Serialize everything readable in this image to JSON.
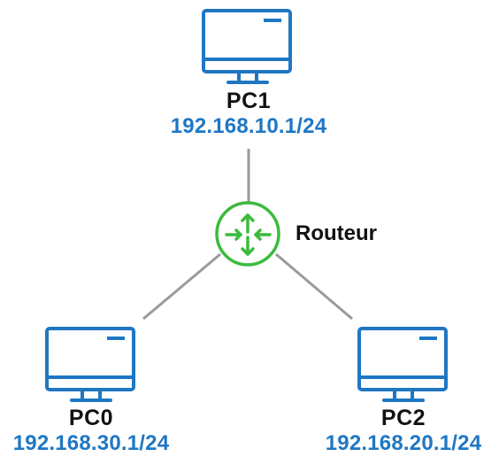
{
  "diagram": {
    "nodes": [
      {
        "id": "pc1",
        "name": "PC1",
        "ip": "192.168.10.1/24",
        "type": "computer"
      },
      {
        "id": "pc0",
        "name": "PC0",
        "ip": "192.168.30.1/24",
        "type": "computer"
      },
      {
        "id": "pc2",
        "name": "PC2",
        "ip": "192.168.20.1/24",
        "type": "computer"
      },
      {
        "id": "router",
        "name": "Routeur",
        "type": "router"
      }
    ],
    "links": [
      {
        "from": "router",
        "to": "pc1"
      },
      {
        "from": "router",
        "to": "pc0"
      },
      {
        "from": "router",
        "to": "pc2"
      }
    ]
  },
  "colors": {
    "computer": "#1f77c4",
    "router": "#3dba3d",
    "link": "#9a9a9a",
    "ip_text": "#1f77c4",
    "name_text": "#111111"
  },
  "icons": {
    "computer": "monitor-icon",
    "router": "router-icon"
  }
}
